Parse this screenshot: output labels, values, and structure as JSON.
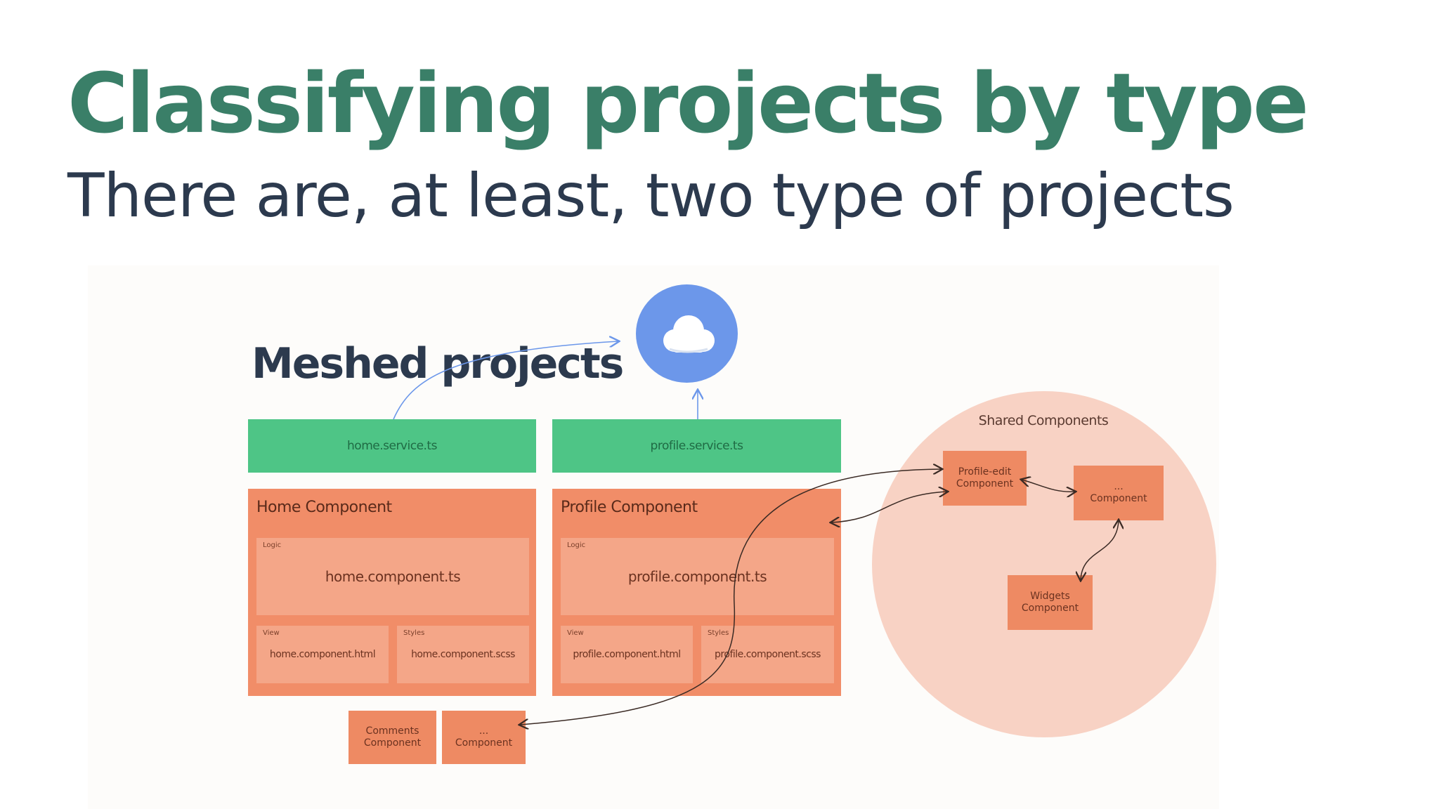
{
  "slide": {
    "title": "Classifying projects by type",
    "subtitle": "There are, at least, two type of projects"
  },
  "diagram": {
    "heading": "Meshed projects",
    "cloud_icon": "cloud-icon",
    "colors": {
      "title": "#3a7f68",
      "service": "#4ec586",
      "component": "#f18d68",
      "sub_block": "#f4a688",
      "shared_circle": "#f8d2c4",
      "cloud_circle": "#6c97ea"
    },
    "home": {
      "service": "home.service.ts",
      "title": "Home Component",
      "logic_tag": "Logic",
      "logic_file": "home.component.ts",
      "view_tag": "View",
      "view_file": "home.component.html",
      "styles_tag": "Styles",
      "styles_file": "home.component.scss"
    },
    "profile": {
      "service": "profile.service.ts",
      "title": "Profile Component",
      "logic_tag": "Logic",
      "logic_file": "profile.component.ts",
      "view_tag": "View",
      "view_file": "profile.component.html",
      "styles_tag": "Styles",
      "styles_file": "profile.component.scss"
    },
    "bottom": {
      "comments": [
        "Comments",
        "Component"
      ],
      "other": [
        "...",
        "Component"
      ]
    },
    "shared": {
      "title": "Shared Components",
      "profile_edit": [
        "Profile-edit",
        "Component"
      ],
      "other": [
        "...",
        "Component"
      ],
      "widgets": [
        "Widgets",
        "Component"
      ]
    }
  }
}
